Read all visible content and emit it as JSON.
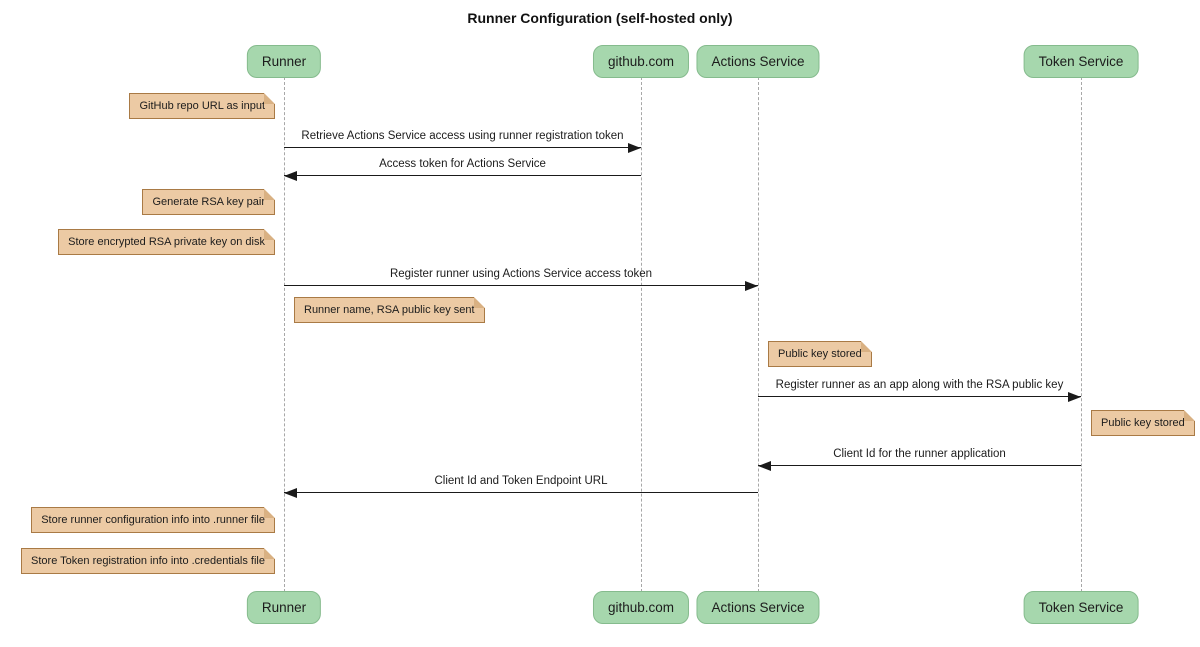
{
  "title": "Runner Configuration (self-hosted only)",
  "participants": [
    {
      "label": "Runner"
    },
    {
      "label": "github.com"
    },
    {
      "label": "Actions Service"
    },
    {
      "label": "Token Service"
    }
  ],
  "messages": [
    {
      "text": "Retrieve Actions Service access using runner registration token",
      "from": "Runner",
      "to": "github.com"
    },
    {
      "text": "Access token for Actions Service",
      "from": "github.com",
      "to": "Runner"
    },
    {
      "text": "Register runner using Actions Service access token",
      "from": "Runner",
      "to": "Actions Service"
    },
    {
      "text": "Register runner as an app along with the RSA public key",
      "from": "Actions Service",
      "to": "Token Service"
    },
    {
      "text": "Client Id for the runner application",
      "from": "Token Service",
      "to": "Actions Service"
    },
    {
      "text": "Client Id and Token Endpoint URL",
      "from": "Actions Service",
      "to": "Runner"
    }
  ],
  "notes": [
    {
      "text": "GitHub repo URL as input",
      "side": "left of",
      "participant": "Runner"
    },
    {
      "text": "Generate RSA key pair",
      "side": "left of",
      "participant": "Runner"
    },
    {
      "text": "Store encrypted RSA private key on disk",
      "side": "left of",
      "participant": "Runner"
    },
    {
      "text": "Runner name, RSA public key sent",
      "side": "right of",
      "participant": "Runner"
    },
    {
      "text": "Public key stored",
      "side": "right of",
      "participant": "Actions Service"
    },
    {
      "text": "Public key stored",
      "side": "right of",
      "participant": "Token Service"
    },
    {
      "text": "Store runner configuration info into .runner file",
      "side": "left of",
      "participant": "Runner"
    },
    {
      "text": "Store Token registration info into .credentials file",
      "side": "left of",
      "participant": "Runner"
    }
  ],
  "colors": {
    "actor_fill": "#a6d7ad",
    "actor_border": "#85bb8d",
    "note_fill": "#eccaa4",
    "note_border": "#a97a45",
    "note_fold": "#d9b183",
    "lifeline": "#a8a8a8",
    "arrow": "#1a1a1a"
  }
}
